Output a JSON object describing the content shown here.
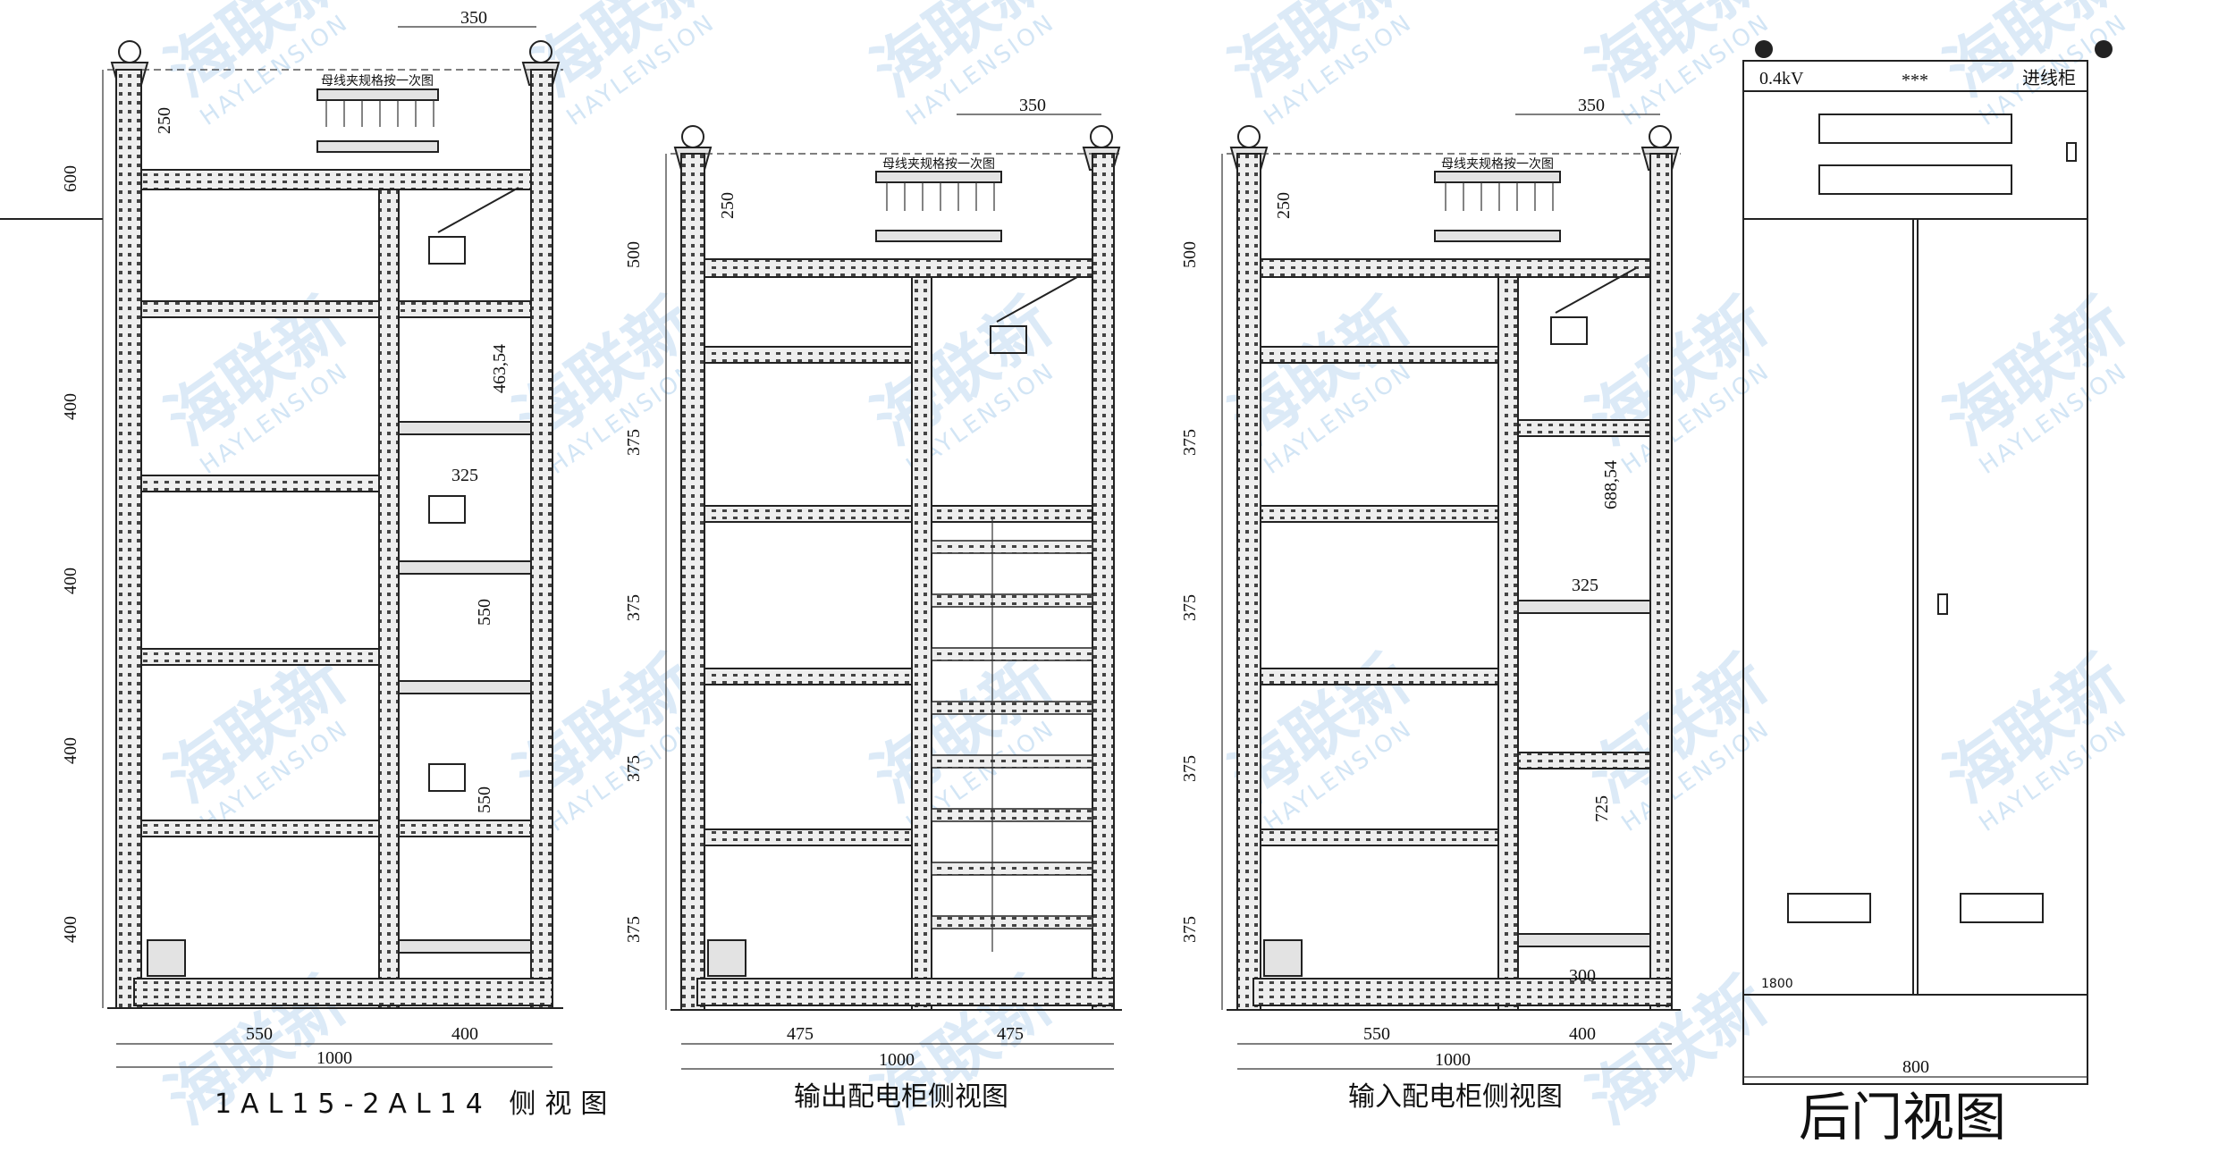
{
  "watermark": {
    "cn": "海联新",
    "en": "HAYLENSION",
    "color": "#9cc6ea"
  },
  "views": [
    {
      "id": "left",
      "caption": "1AL15-2AL14 侧视图",
      "busbar_label": "母线夹规格按一次图",
      "dims": {
        "top": "350",
        "overall_width": "1000",
        "left_width": "550",
        "right_width": "400",
        "busbar_height": "250",
        "vertical": [
          "600",
          "400",
          "400",
          "400",
          "400"
        ],
        "inner": [
          "463,54",
          "325",
          "550",
          "550"
        ]
      }
    },
    {
      "id": "output",
      "caption": "输出配电柜侧视图",
      "busbar_label": "母线夹规格按一次图",
      "dims": {
        "top": "350",
        "overall_width": "1000",
        "left_width": "475",
        "right_width": "475",
        "busbar_height": "250",
        "vertical": [
          "500",
          "375",
          "375",
          "375",
          "375"
        ]
      }
    },
    {
      "id": "input",
      "caption": "输入配电柜侧视图",
      "busbar_label": "母线夹规格按一次图",
      "dims": {
        "top": "350",
        "overall_width": "1000",
        "left_width": "550",
        "right_width": "400",
        "busbar_height": "250",
        "vertical": [
          "500",
          "375",
          "375",
          "375",
          "375"
        ],
        "inner": [
          "688,54",
          "325",
          "725",
          "300"
        ]
      }
    },
    {
      "id": "rear",
      "caption": "后门视图",
      "header_left": "0.4kV",
      "header_mid": "***",
      "header_right": "进线柜",
      "bottom_note": "1800",
      "width": "800"
    }
  ]
}
